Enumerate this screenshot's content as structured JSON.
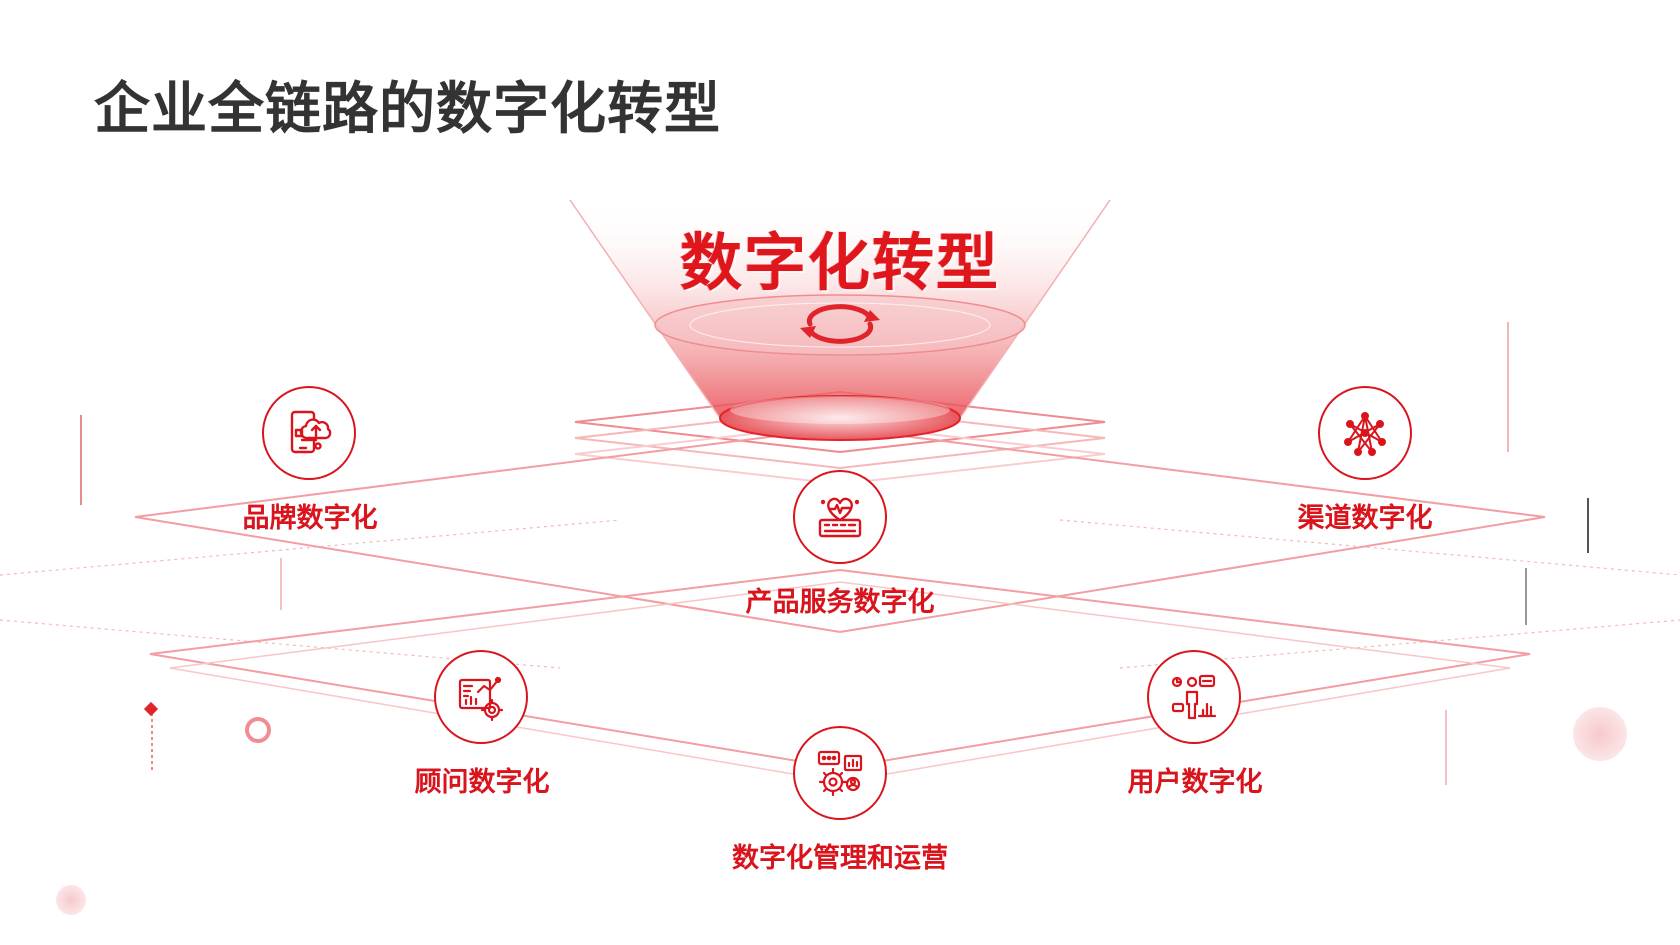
{
  "page": {
    "title": "企业全链路的数字化转型"
  },
  "hero": {
    "label": "数字化转型",
    "icon": "refresh-cycle-icon"
  },
  "nodes": {
    "brand": {
      "label": "品牌数字化",
      "icon": "mobile-cloud-icon"
    },
    "product_service": {
      "label": "产品服务数字化",
      "icon": "heart-monitor-keyboard-icon"
    },
    "channel": {
      "label": "渠道数字化",
      "icon": "network-nodes-icon"
    },
    "consultant": {
      "label": "顾问数字化",
      "icon": "analytics-dashboard-icon"
    },
    "management": {
      "label": "数字化管理和运营",
      "icon": "gear-management-icon"
    },
    "user": {
      "label": "用户数字化",
      "icon": "user-data-icon"
    }
  },
  "colors": {
    "accent": "#d9141c",
    "title": "#333333",
    "line": "#f2a3a6"
  }
}
